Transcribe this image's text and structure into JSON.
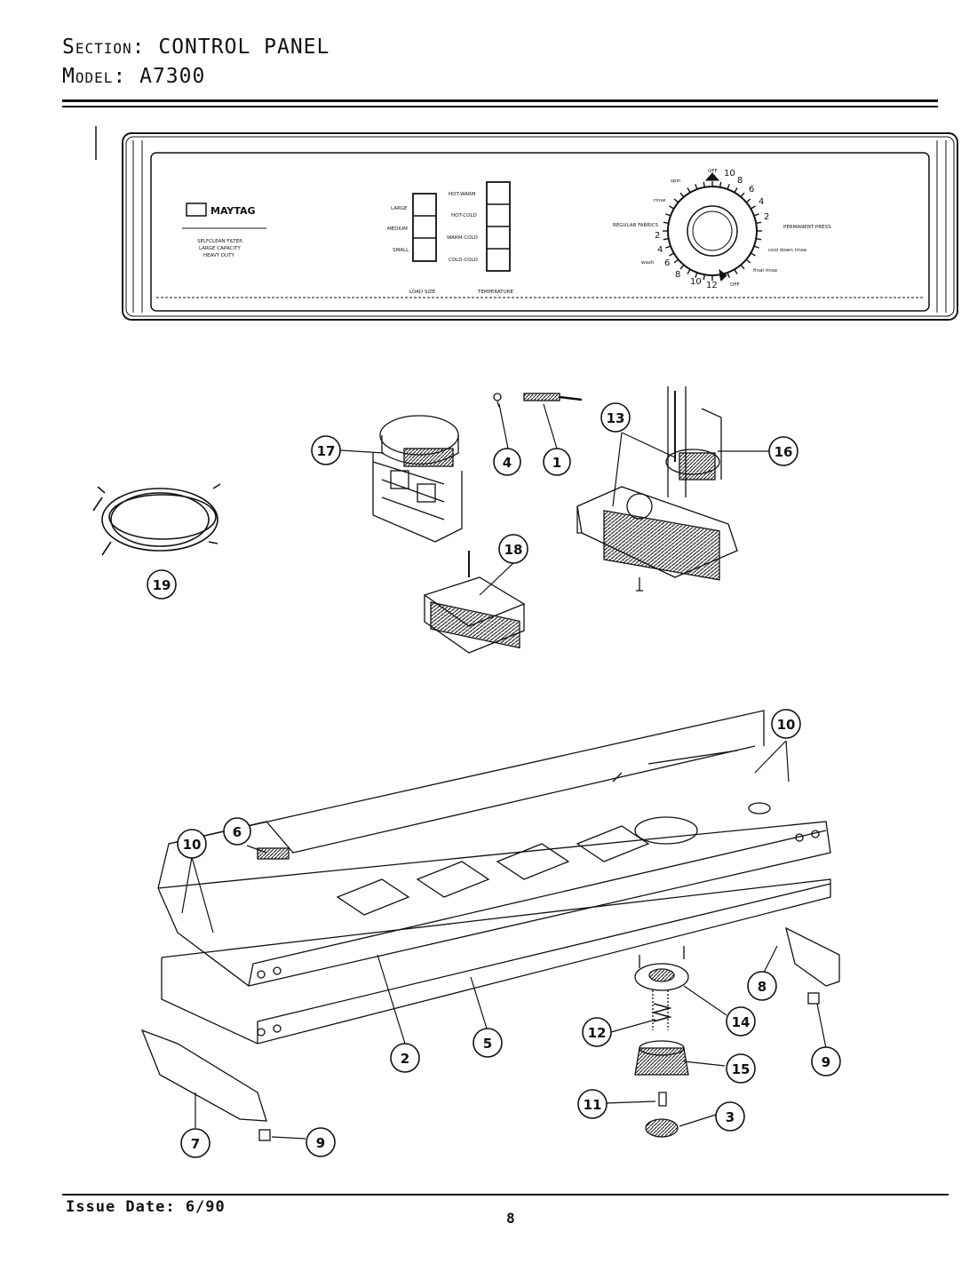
{
  "header": {
    "section_key": "Section:",
    "section_value": "CONTROL PANEL",
    "model_key": "Model:",
    "model_value": "A7300"
  },
  "panel": {
    "brand": "MAYTAG",
    "features": [
      "SELFCLEAN FILTER",
      "LARGE CAPACITY",
      "HEAVY DUTY"
    ],
    "load_size_options": [
      "LARGE",
      "MEDIUM",
      "SMALL"
    ],
    "load_size_label": "LOAD SIZE",
    "temperature_options": [
      "HOT-WARM",
      "HOT-COLD",
      "WARM-COLD",
      "COLD-COLD"
    ],
    "temperature_label": "TEMPERATURE",
    "dial_left_label": "REGULAR FABRICS",
    "dial_right_label": "PERMANENT PRESS",
    "dial_spin": "spin",
    "dial_rinse": "rinse",
    "dial_off_top": "OFF",
    "dial_off_bottom": "OFF",
    "dial_wash_left": "wash",
    "dial_cool_down": "cool down rinse",
    "dial_final_rinse": "final rinse",
    "dial_numbers_top": [
      "10",
      "8",
      "6",
      "4",
      "2"
    ],
    "dial_numbers_left": [
      "2",
      "4",
      "6",
      "8",
      "10",
      "12"
    ]
  },
  "callouts": {
    "c17": "17",
    "c4": "4",
    "c1": "1",
    "c13": "13",
    "c16": "16",
    "c19": "19",
    "c18": "18",
    "c10_right": "10",
    "c10_left": "10",
    "c6": "6",
    "c2": "2",
    "c5": "5",
    "c8": "8",
    "c14": "14",
    "c12": "12",
    "c15": "15",
    "c9_right": "9",
    "c11": "11",
    "c3": "3",
    "c7": "7",
    "c9_left": "9"
  },
  "footer": {
    "issue_date": "Issue Date: 6/90",
    "page_number": "8"
  }
}
